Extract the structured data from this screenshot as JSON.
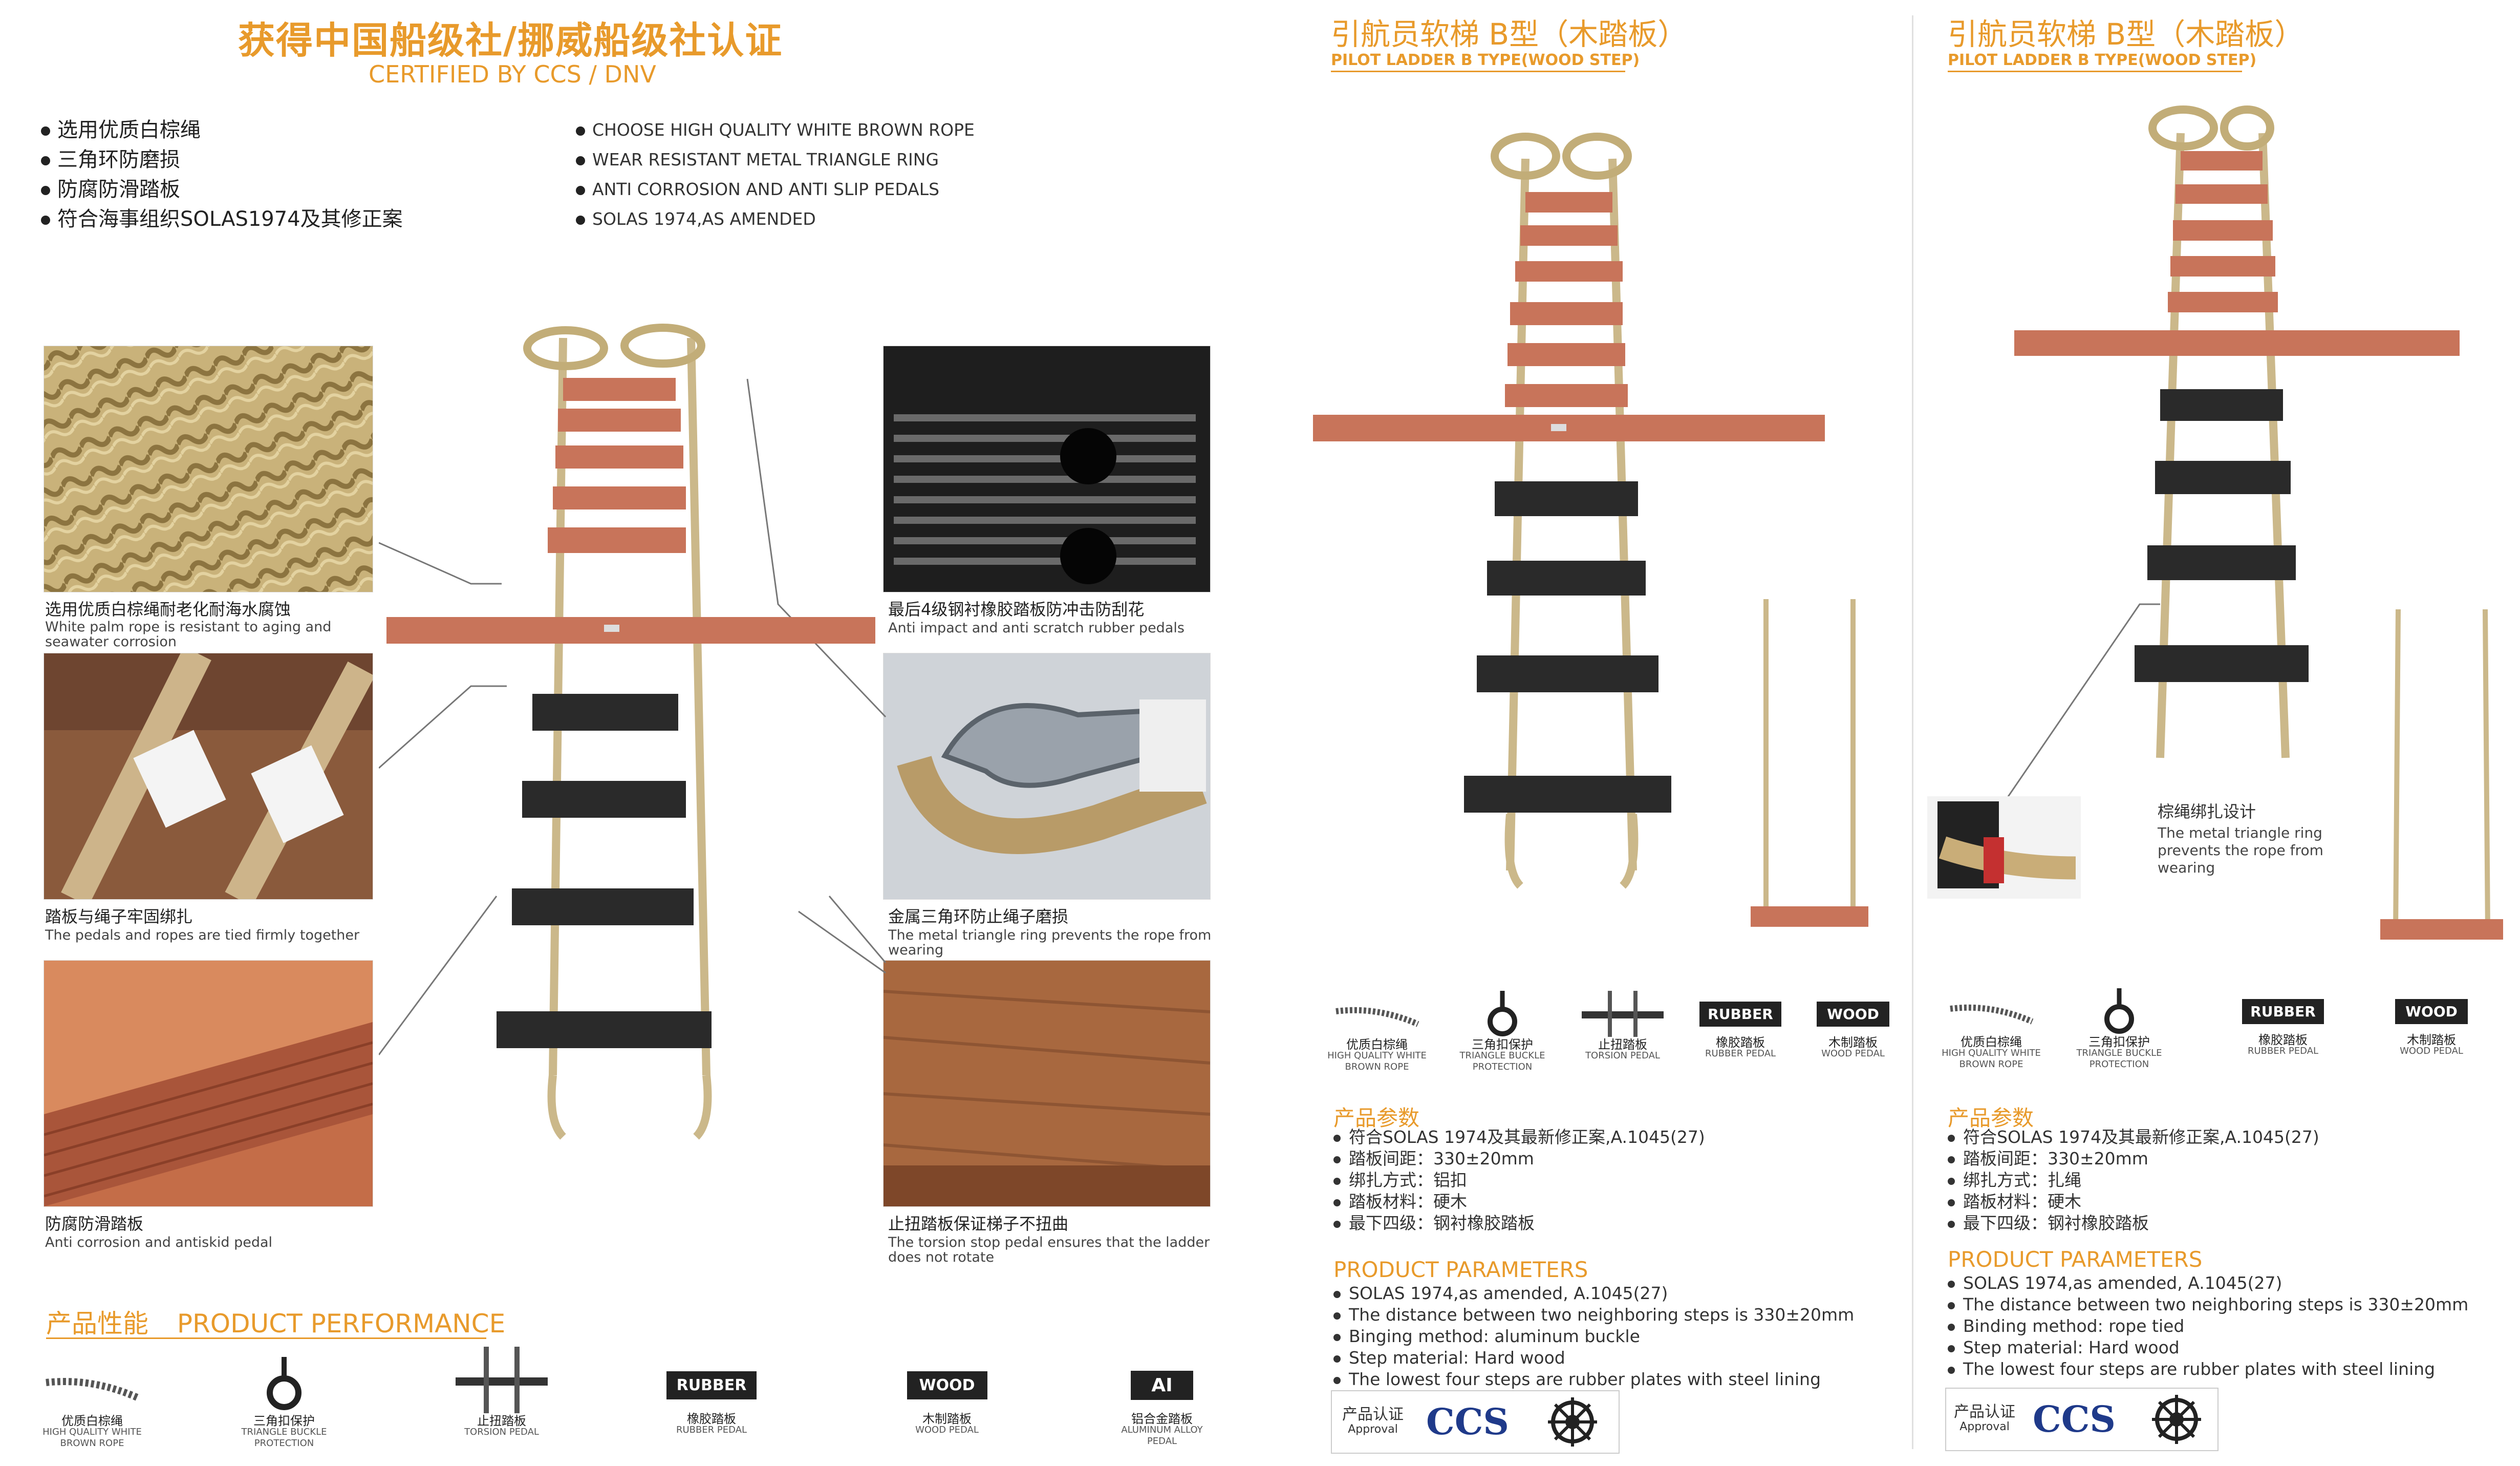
{
  "left": {
    "title_cn": "获得中国船级社/挪威船级社认证",
    "title_en": "CERTIFIED BY CCS / DNV",
    "bullets_cn": [
      "选用优质白棕绳",
      "三角环防磨损",
      "防腐防滑踏板",
      "符合海事组织SOLAS1974及其修正案"
    ],
    "bullets_en": [
      "CHOOSE HIGH QUALITY WHITE BROWN ROPE",
      "WEAR RESISTANT METAL TRIANGLE RING",
      "ANTI CORROSION AND ANTI SLIP PEDALS",
      "SOLAS 1974,AS AMENDED"
    ],
    "photos": [
      {
        "cn": "选用优质白棕绳耐老化耐海水腐蚀",
        "en": "White palm rope is resistant to aging and seawater corrosion"
      },
      {
        "cn": "踏板与绳子牢固绑扎",
        "en": "The pedals and ropes are tied firmly together"
      },
      {
        "cn": "防腐防滑踏板",
        "en": "Anti corrosion and antiskid pedal"
      },
      {
        "cn": "最后4级钢衬橡胶踏板防冲击防刮花",
        "en": "Anti impact and anti scratch rubber pedals"
      },
      {
        "cn": "金属三角环防止绳子磨损",
        "en": "The metal triangle ring prevents the rope from wearing"
      },
      {
        "cn": "止扭踏板保证梯子不扭曲",
        "en": "The torsion stop pedal ensures that the ladder does not rotate"
      }
    ],
    "perf_title_cn": "产品性能",
    "perf_title_en": "PRODUCT  PERFORMANCE",
    "icons": [
      {
        "cn": "优质白棕绳",
        "en": "HIGH QUALITY WHITE BROWN ROPE"
      },
      {
        "cn": "三角扣保护",
        "en": "TRIANGLE BUCKLE PROTECTION"
      },
      {
        "cn": "止扭踏板",
        "en": "TORSION PEDAL"
      },
      {
        "cn": "橡胶踏板",
        "en": "RUBBER PEDAL",
        "badge": "RUBBER"
      },
      {
        "cn": "木制踏板",
        "en": "WOOD PEDAL",
        "badge": "WOOD"
      },
      {
        "cn": "铝合金踏板",
        "en": "ALUMINUM ALLOY PEDAL",
        "badge": "AI"
      }
    ]
  },
  "mid": {
    "title_cn": "引航员软梯 B型（木踏板）",
    "title_en": "PILOT  LADDER B TYPE(WOOD STEP)",
    "icons": [
      {
        "cn": "优质白棕绳",
        "en": "HIGH QUALITY WHITE BROWN ROPE"
      },
      {
        "cn": "三角扣保护",
        "en": "TRIANGLE BUCKLE PROTECTION"
      },
      {
        "cn": "止扭踏板",
        "en": "TORSION PEDAL"
      },
      {
        "cn": "橡胶踏板",
        "en": "RUBBER PEDAL",
        "badge": "RUBBER"
      },
      {
        "cn": "木制踏板",
        "en": "WOOD PEDAL",
        "badge": "WOOD"
      }
    ],
    "params_title_cn": "产品参数",
    "params_cn": [
      "符合SOLAS 1974及其最新修正案,A.1045(27)",
      "踏板间距：330±20mm",
      "绑扎方式：铝扣",
      "踏板材料：硬木",
      "最下四级：钢衬橡胶踏板"
    ],
    "params_title_en": "PRODUCT PARAMETERS",
    "params_en": [
      "SOLAS 1974,as amended, A.1045(27)",
      "The distance between two neighboring steps is 330±20mm",
      "Binging method: aluminum buckle",
      "Step material: Hard wood",
      "The lowest four steps are rubber plates with steel lining"
    ],
    "approval_cn": "产品认证",
    "approval_en": "Approval",
    "approval_logo": "CCS"
  },
  "right": {
    "title_cn": "引航员软梯 B型（木踏板）",
    "title_en": "PILOT  LADDER B TYPE(WOOD STEP)",
    "detail_cn": "棕绳绑扎设计",
    "detail_en": "The metal triangle ring prevents the rope from wearing",
    "icons": [
      {
        "cn": "优质白棕绳",
        "en": "HIGH QUALITY WHITE BROWN ROPE"
      },
      {
        "cn": "三角扣保护",
        "en": "TRIANGLE BUCKLE PROTECTION"
      },
      {
        "cn": "橡胶踏板",
        "en": "RUBBER PEDAL",
        "badge": "RUBBER"
      },
      {
        "cn": "木制踏板",
        "en": "WOOD PEDAL",
        "badge": "WOOD"
      }
    ],
    "params_title_cn": "产品参数",
    "params_cn": [
      "符合SOLAS 1974及其最新修正案,A.1045(27)",
      "踏板间距：330±20mm",
      "绑扎方式：扎绳",
      "踏板材料：硬木",
      "最下四级：钢衬橡胶踏板"
    ],
    "params_title_en": "PRODUCT PARAMETERS",
    "params_en": [
      "SOLAS 1974,as amended, A.1045(27)",
      "The distance between two neighboring steps is 330±20mm",
      "Binding method: rope tied",
      "Step material: Hard wood",
      "The lowest four steps are rubber plates with steel lining"
    ],
    "approval_cn": "产品认证",
    "approval_en": "Approval",
    "approval_logo": "CCS"
  },
  "colors": {
    "accent": "#e89a2b",
    "wood": "#c8745a",
    "rubber": "#2a2a2a",
    "rope": "#d8c79a"
  }
}
